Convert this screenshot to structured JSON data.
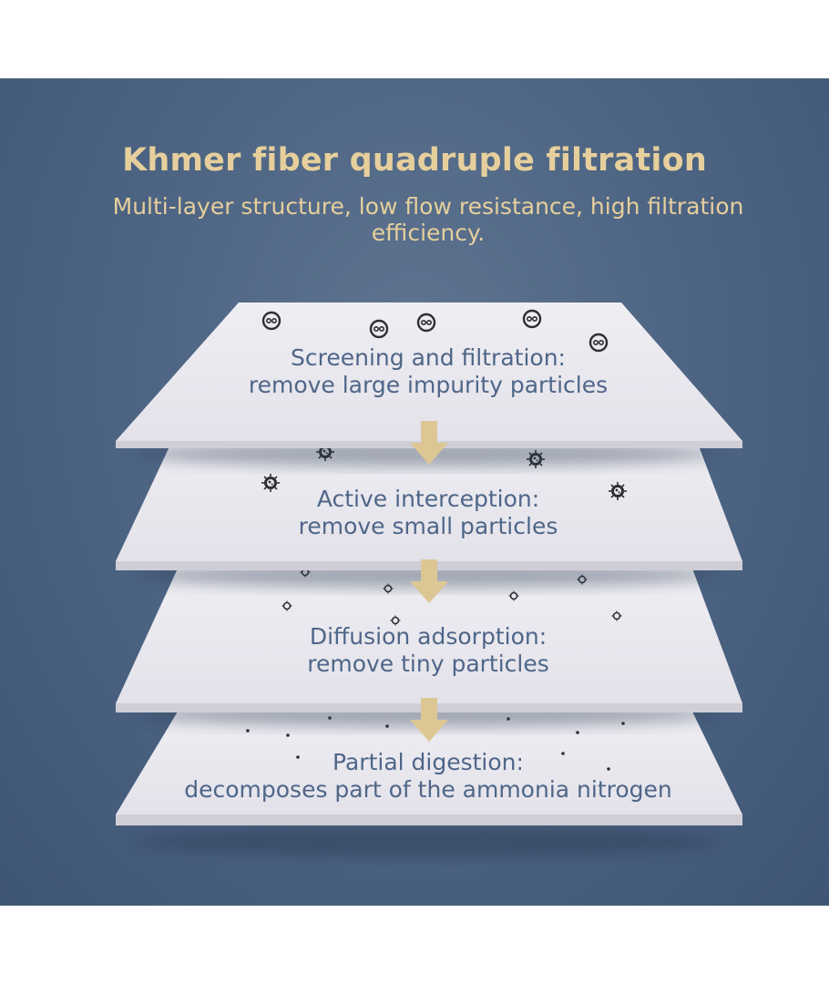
{
  "header": {
    "title": "Khmer fiber quadruple filtration",
    "subtitle": "Multi-layer structure, low flow resistance, high filtration efficiency."
  },
  "layers": [
    {
      "line1": "Screening and filtration:",
      "line2": "remove large impurity particles",
      "icon": "large-particle-icon"
    },
    {
      "line1": "Active interception:",
      "line2": "remove small particles",
      "icon": "small-particle-icon"
    },
    {
      "line1": "Diffusion adsorption:",
      "line2": "remove tiny particles",
      "icon": "tiny-particle-icon"
    },
    {
      "line1": "Partial digestion:",
      "line2": "decomposes part of the ammonia nitrogen",
      "icon": "dot-particle-icon"
    }
  ],
  "colors": {
    "background": "#4e6584",
    "title": "#e6cf9c",
    "layer_top": "#e9e8ee",
    "layer_edge": "#d8d7de",
    "layer_text": "#4f6688",
    "arrow": "#dcc794",
    "particle": "#2e3036"
  }
}
